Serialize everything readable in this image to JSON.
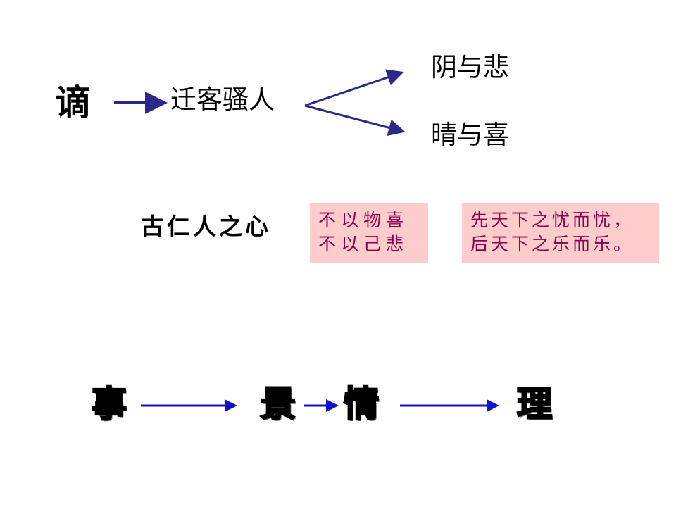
{
  "top": {
    "key_char": "谪",
    "subject": "迁客骚人",
    "branch_upper": "阴与悲",
    "branch_lower": "晴与喜"
  },
  "middle": {
    "label": "古仁人之心",
    "box1": {
      "line1": "不以物喜",
      "line2": "不以己悲"
    },
    "box2": {
      "line1": "先天下之忧而忧，",
      "line2": "后天下之乐而乐。"
    }
  },
  "bottom": {
    "chars": [
      "事",
      "景",
      "情",
      "理"
    ]
  },
  "colors": {
    "arrow_navy": "#2a2a8a",
    "arrow_blue": "#1010c8",
    "box_bg": "#ffcccc",
    "box_text": "#8b0050"
  }
}
